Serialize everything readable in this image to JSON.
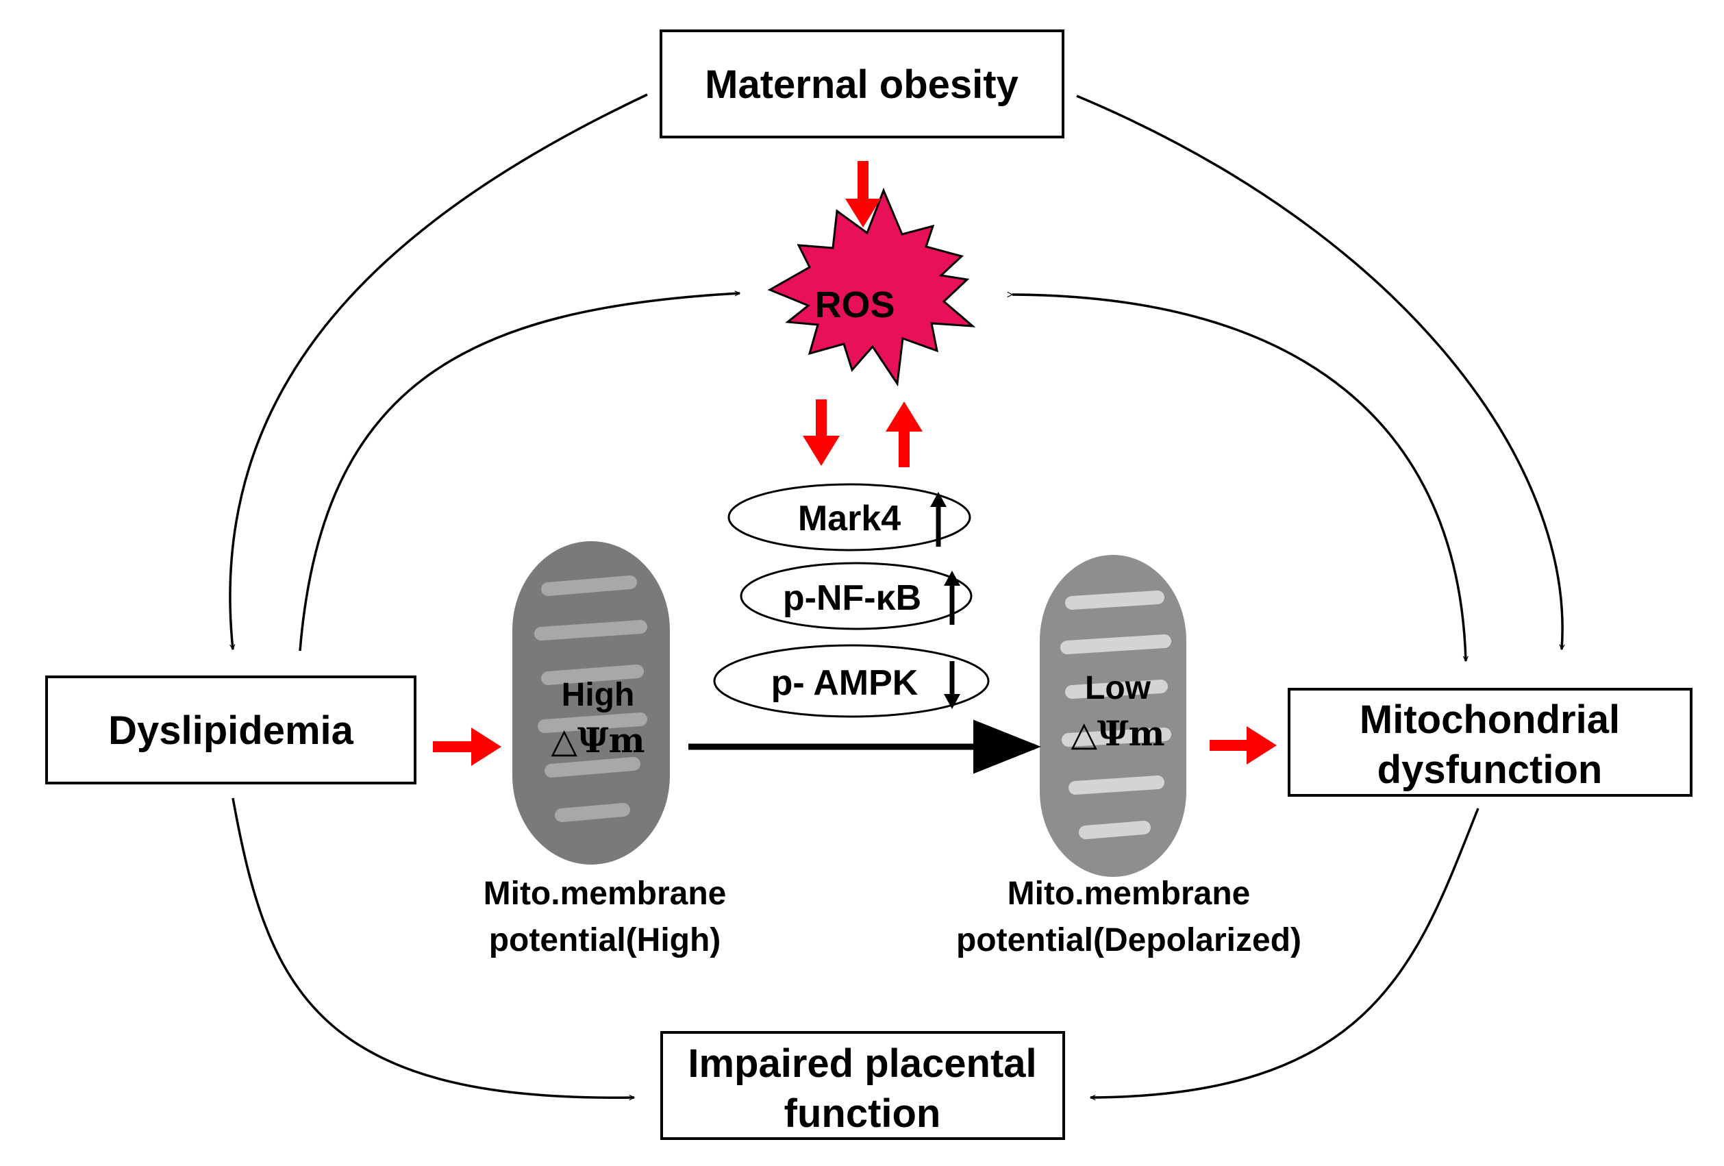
{
  "nodes": {
    "maternal_obesity": "Maternal obesity",
    "ros": "ROS",
    "dyslipidemia": "Dyslipidemia",
    "mito_dysfunction_line1": "Mitochondrial",
    "mito_dysfunction_line2": "dysfunction",
    "impaired_line1": "Impaired placental",
    "impaired_line2": "function"
  },
  "markers": {
    "mark4": "Mark4",
    "pnfkb": "p-NF-κB",
    "pampk": "p- AMPK"
  },
  "mito_high": {
    "label_top": "High",
    "label_symbol": "△Ψm",
    "caption_line1": "Mito.membrane",
    "caption_line2": "potential(High)"
  },
  "mito_low": {
    "label_top": "Low",
    "label_symbol": "△Ψm",
    "caption_line1": "Mito.membrane",
    "caption_line2": "potential(Depolarized)"
  },
  "colors": {
    "red_arrow": "#ff0000",
    "ros_fill": "#e8105a",
    "mito_dark": "#7a7a7a",
    "mito_light": "#a8a8a8"
  }
}
